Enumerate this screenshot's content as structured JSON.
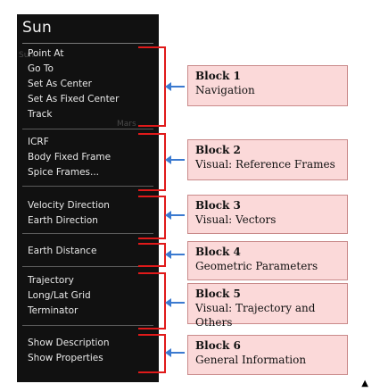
{
  "menu": {
    "title": "Sun",
    "watermarks": [
      "Sun",
      "Mars"
    ],
    "groups": [
      [
        "Point At",
        "Go To",
        "Set As Center",
        "Set As Fixed Center",
        "Track"
      ],
      [
        "ICRF",
        "Body Fixed Frame",
        "Spice Frames..."
      ],
      [
        "Velocity Direction",
        "Earth Direction"
      ],
      [
        "Earth Distance"
      ],
      [
        "Trajectory",
        "Long/Lat Grid",
        "Terminator"
      ],
      [
        "Show Description",
        "Show Properties"
      ]
    ]
  },
  "blocks": [
    {
      "title": "Block 1",
      "desc": "Navigation"
    },
    {
      "title": "Block 2",
      "desc": "Visual: Reference Frames"
    },
    {
      "title": "Block 3",
      "desc": "Visual: Vectors"
    },
    {
      "title": "Block 4",
      "desc": "Geometric Parameters"
    },
    {
      "title": "Block 5",
      "desc": "Visual: Trajectory and Others"
    },
    {
      "title": "Block 6",
      "desc": "General Information"
    }
  ],
  "colors": {
    "bracket": "#e01a1a",
    "arrow": "#3b7ad0",
    "block_bg": "#fbd9d9",
    "menu_bg": "#111111"
  },
  "corner_mark": "▲"
}
